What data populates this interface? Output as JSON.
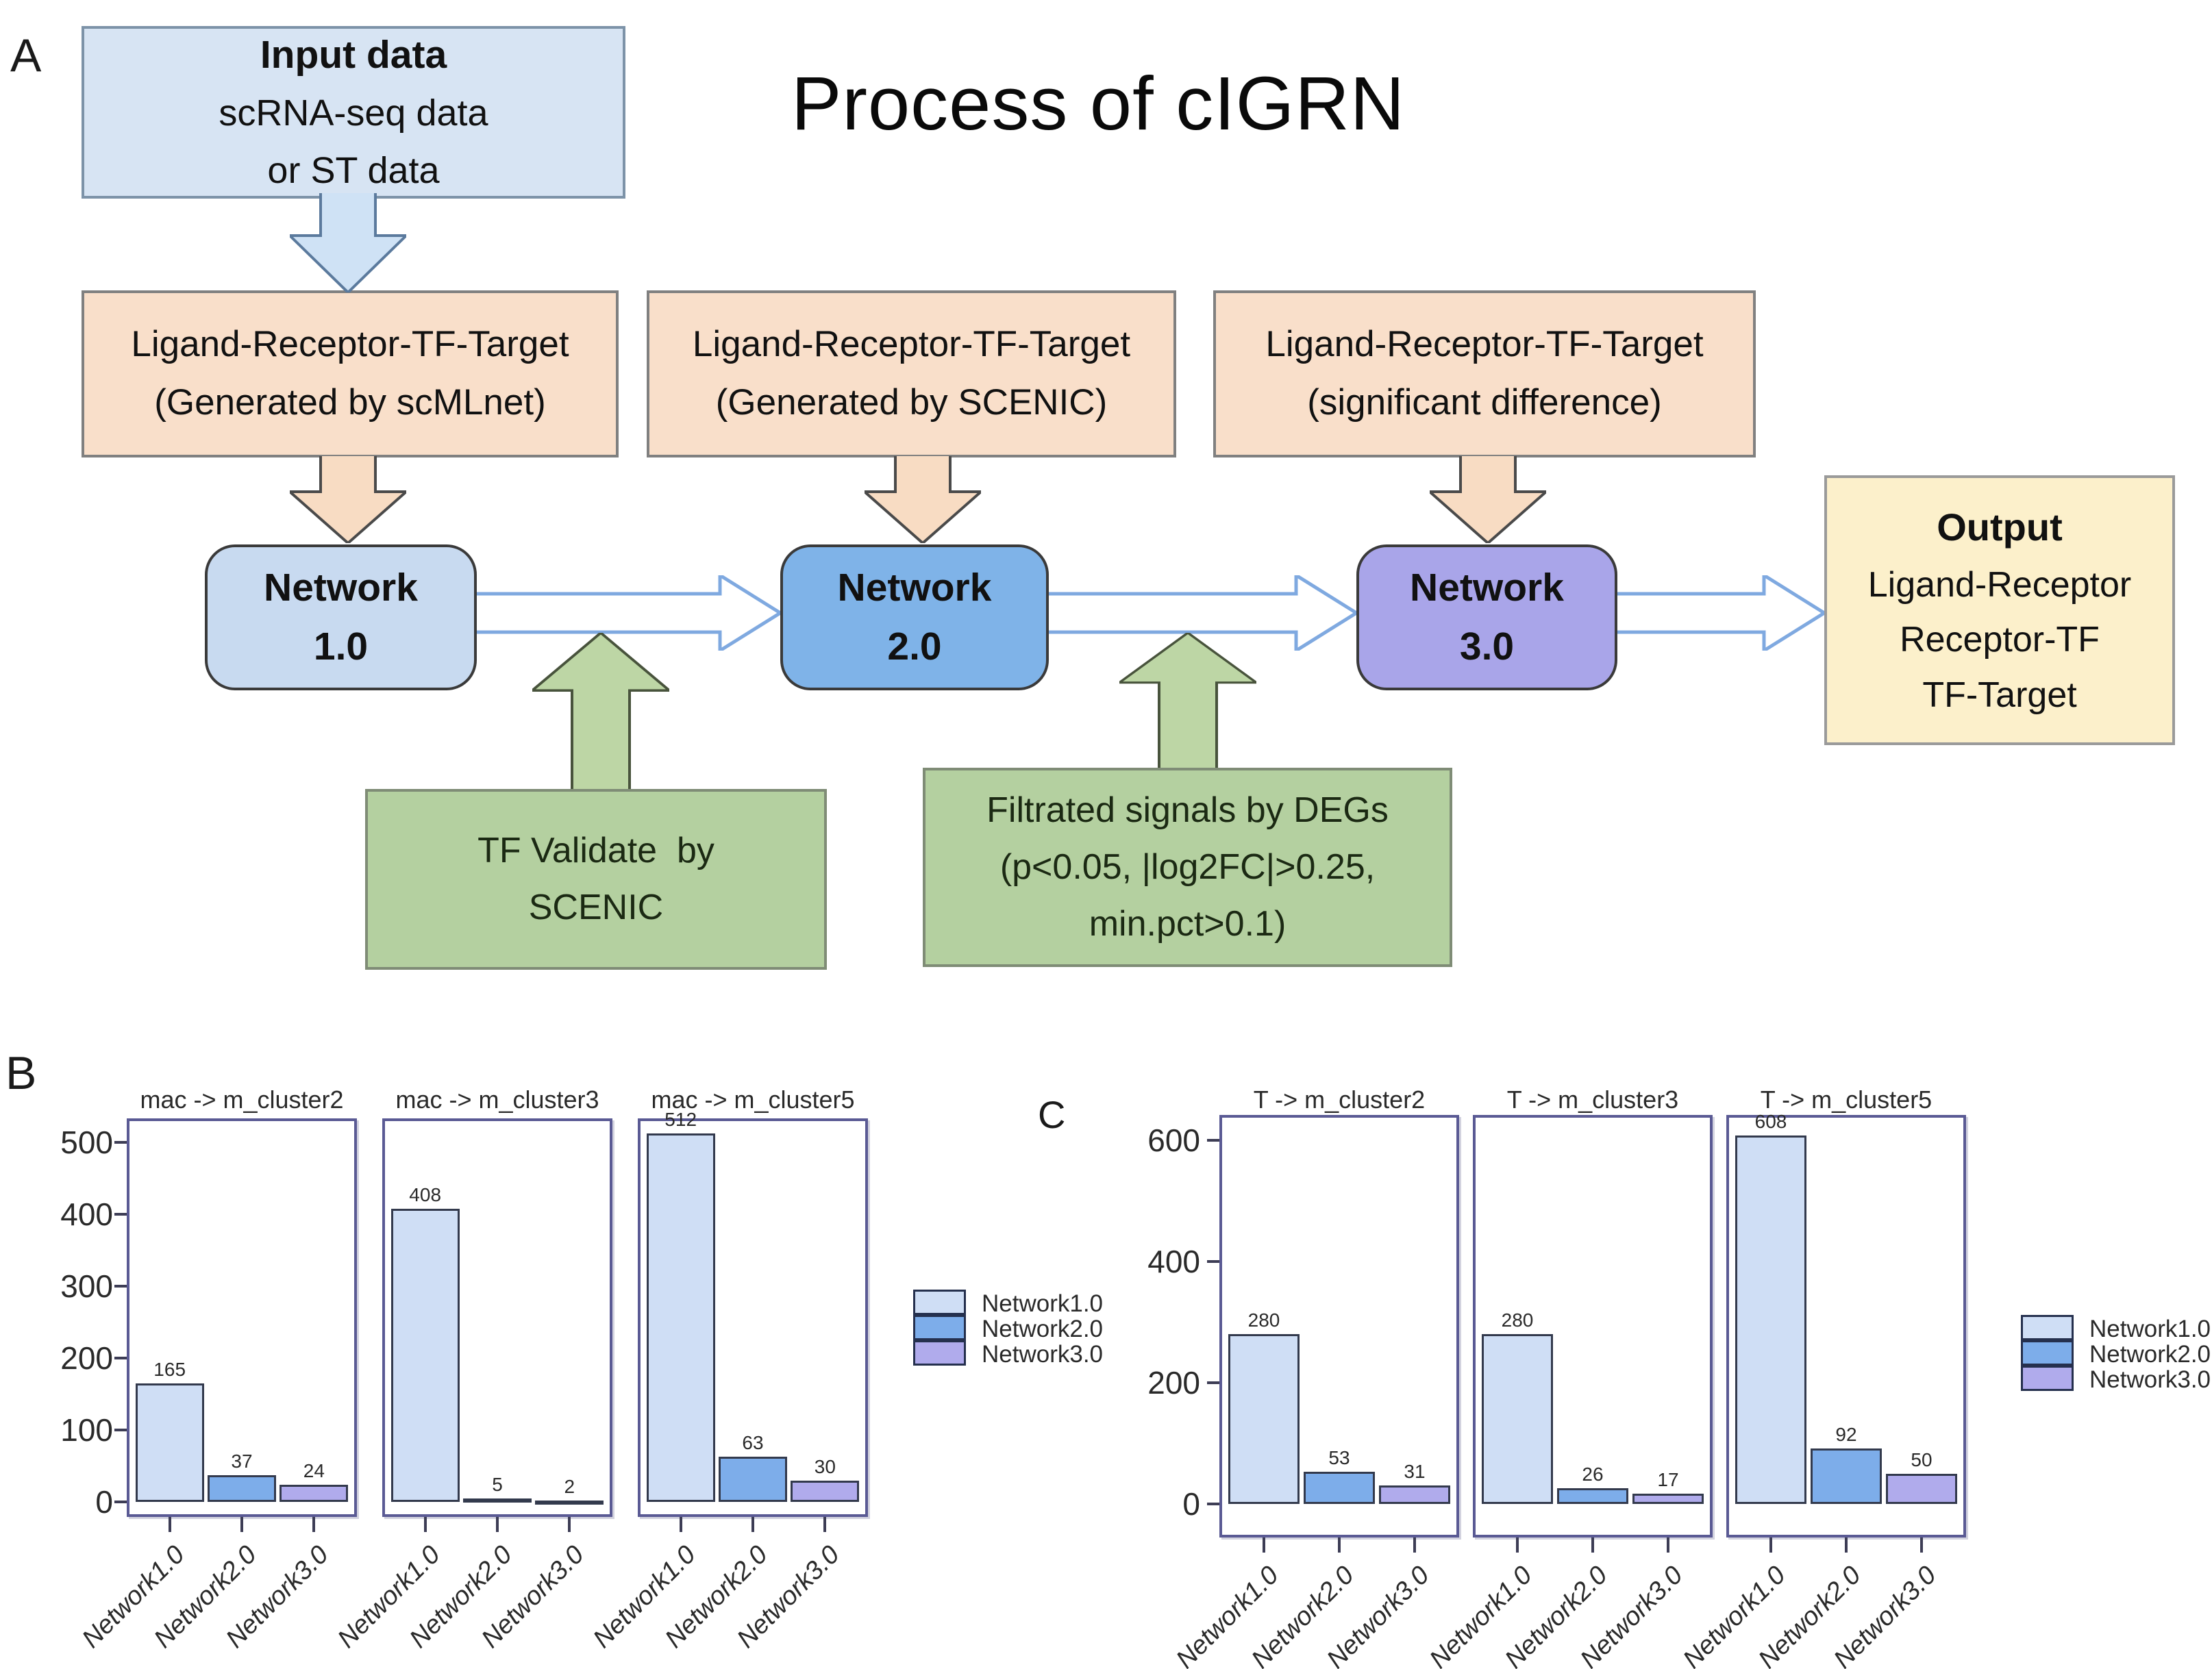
{
  "figure": {
    "title": "Process of cIGRN"
  },
  "panel_a": {
    "label": "A",
    "input_box": {
      "heading": "Input data",
      "lines": [
        "scRNA-seq data",
        "or ST data"
      ]
    },
    "peach_boxes": [
      {
        "line1": "Ligand-Receptor-TF-Target",
        "line2": "(Generated by scMLnet)"
      },
      {
        "line1": "Ligand-Receptor-TF-Target",
        "line2": "(Generated by SCENIC)"
      },
      {
        "line1": "Ligand-Receptor-TF-Target",
        "line2": "(significant difference)"
      }
    ],
    "network_boxes": [
      {
        "line1": "Network",
        "line2": "1.0",
        "fill": "#c8daf0"
      },
      {
        "line1": "Network",
        "line2": "2.0",
        "fill": "#7fb3e8"
      },
      {
        "line1": "Network",
        "line2": "3.0",
        "fill": "#a9a5e9"
      }
    ],
    "green_boxes": [
      {
        "lines": [
          "TF Validate  by",
          "SCENIC"
        ]
      },
      {
        "lines": [
          "Filtrated signals by DEGs",
          "(p<0.05, |log2FC|>0.25,",
          "min.pct>0.1)"
        ]
      }
    ],
    "output_box": {
      "heading": "Output",
      "lines": [
        "Ligand-Receptor",
        "Receptor-TF",
        "TF-Target"
      ]
    }
  },
  "chart_data": [
    {
      "type": "bar",
      "panel_label": "B",
      "title": "",
      "xlabel": "",
      "ylabel": "",
      "grid": false,
      "legend_position": "right",
      "ylim": [
        0,
        540
      ],
      "yticks": [
        0,
        100,
        200,
        300,
        400,
        500
      ],
      "categories": [
        "Network1.0",
        "Network2.0",
        "Network3.0"
      ],
      "series": [
        {
          "name": "Network1.0",
          "color": "#cfdef5"
        },
        {
          "name": "Network2.0",
          "color": "#7dadea"
        },
        {
          "name": "Network3.0",
          "color": "#b0abec"
        }
      ],
      "facets": [
        {
          "title": "mac -> m_cluster2",
          "values": [
            165,
            37,
            24
          ]
        },
        {
          "title": "mac -> m_cluster3",
          "values": [
            408,
            5,
            2
          ]
        },
        {
          "title": "mac -> m_cluster5",
          "values": [
            512,
            63,
            30
          ]
        }
      ]
    },
    {
      "type": "bar",
      "panel_label": "C",
      "title": "",
      "xlabel": "",
      "ylabel": "",
      "grid": false,
      "legend_position": "right",
      "ylim": [
        0,
        640
      ],
      "yticks": [
        0,
        200,
        400,
        600
      ],
      "categories": [
        "Network1.0",
        "Network2.0",
        "Network3.0"
      ],
      "series": [
        {
          "name": "Network1.0",
          "color": "#cfdef5"
        },
        {
          "name": "Network2.0",
          "color": "#7dadea"
        },
        {
          "name": "Network3.0",
          "color": "#b0abec"
        }
      ],
      "facets": [
        {
          "title": "T -> m_cluster2",
          "values": [
            280,
            53,
            31
          ]
        },
        {
          "title": "T -> m_cluster3",
          "values": [
            280,
            26,
            17
          ]
        },
        {
          "title": "T -> m_cluster5",
          "values": [
            608,
            92,
            50
          ]
        }
      ]
    }
  ]
}
